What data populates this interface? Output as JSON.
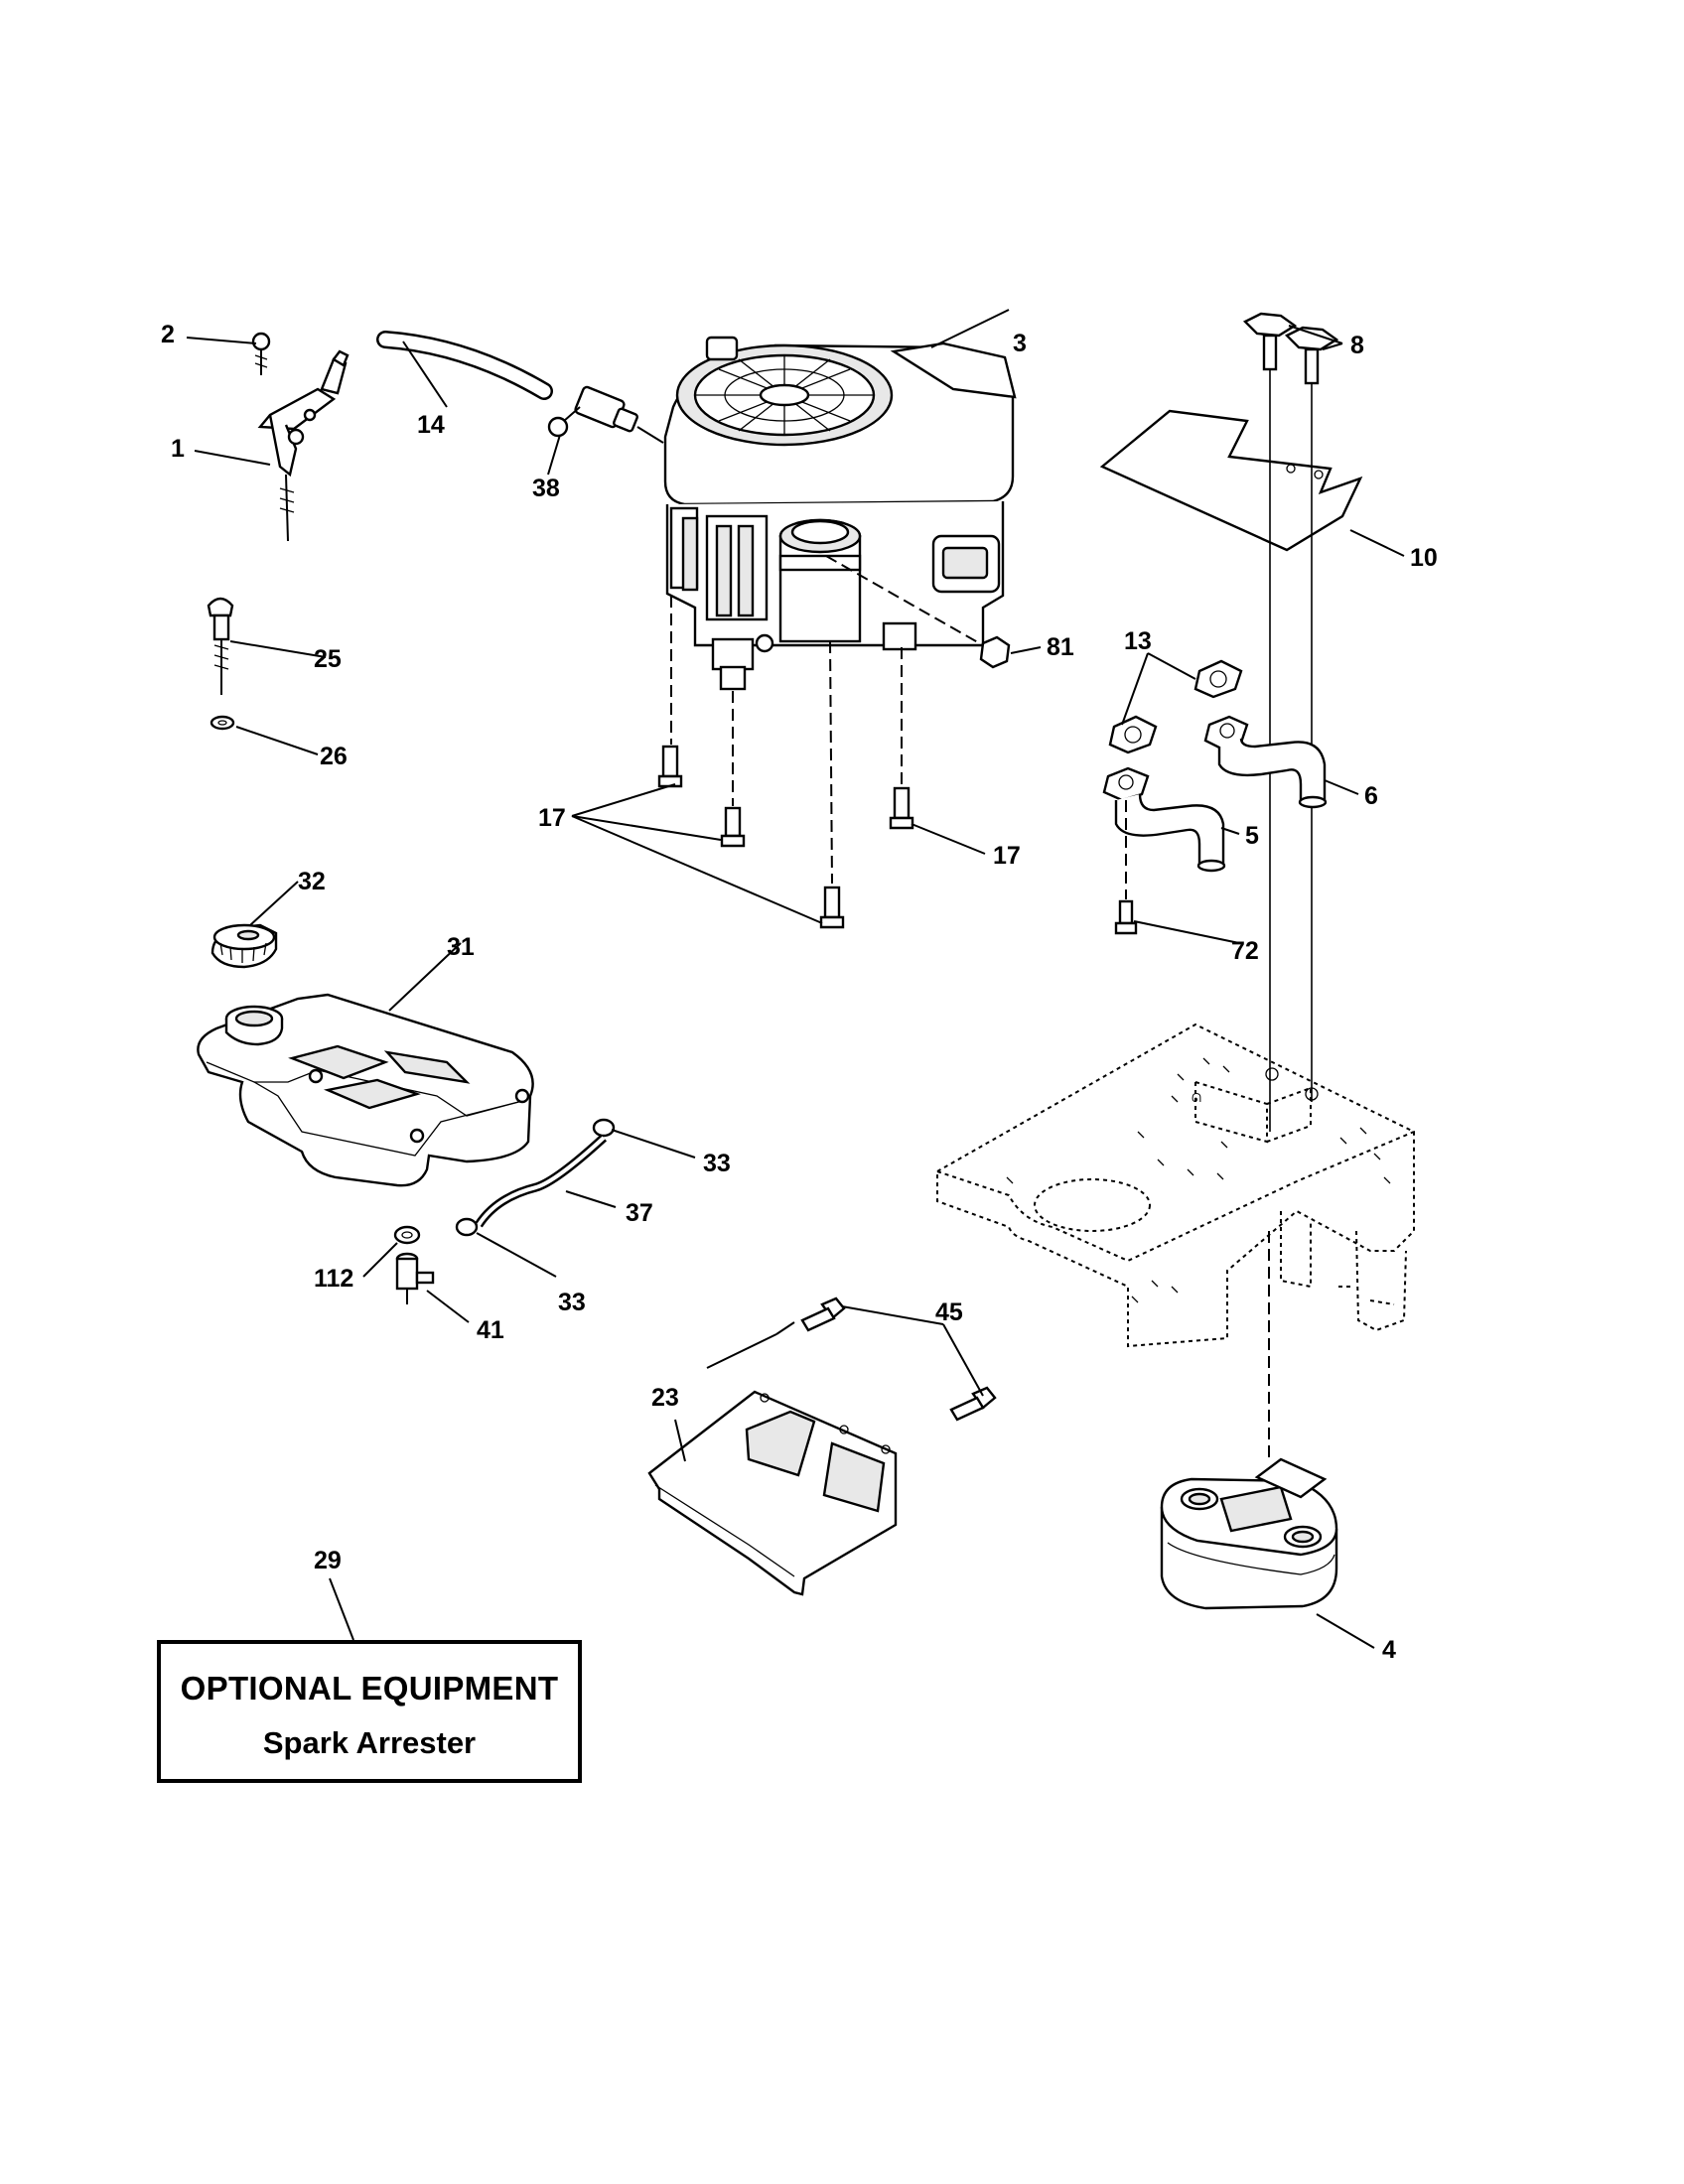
{
  "callouts": {
    "c1": "1",
    "c2": "2",
    "c3": "3",
    "c4": "4",
    "c5": "5",
    "c6": "6",
    "c8": "8",
    "c10": "10",
    "c13": "13",
    "c14": "14",
    "c17a": "17",
    "c17b": "17",
    "c23": "23",
    "c25": "25",
    "c26": "26",
    "c29": "29",
    "c31": "31",
    "c32": "32",
    "c33a": "33",
    "c33b": "33",
    "c37": "37",
    "c38": "38",
    "c41": "41",
    "c45": "45",
    "c72": "72",
    "c81": "81",
    "c112": "112"
  },
  "optional_box": {
    "title": "OPTIONAL EQUIPMENT",
    "subtitle": "Spark Arrester"
  }
}
